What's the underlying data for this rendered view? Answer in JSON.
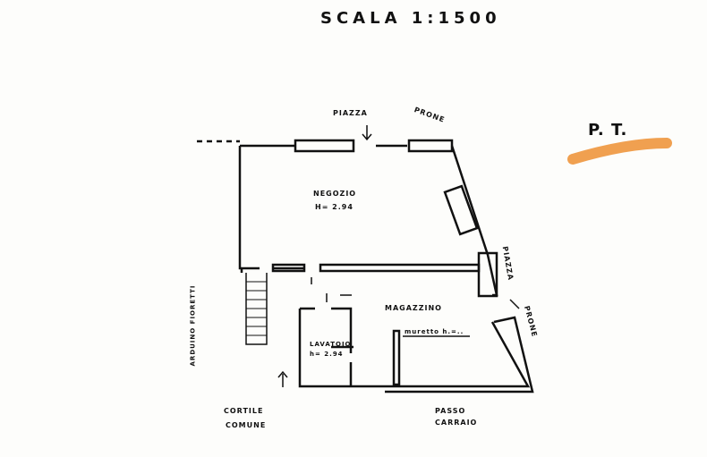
{
  "title": "SCALA 1:1500",
  "floor_label": "P. T.",
  "labels": {
    "piazza_top": "PIAZZA",
    "prone_top": "PRONE",
    "negozio": "NEGOZIO",
    "negozio_height": "H= 2.94",
    "piazza_right": "PIAZZA",
    "prone_right": "PRONE",
    "magazzino": "MAGAZZINO",
    "muretto": "muretto h.=..",
    "lavatoio": "LAVATOIO",
    "lavatoio_height": "h= 2.94",
    "cortile": "CORTILE",
    "comune": "COMUNE",
    "passo": "PASSO",
    "carraio": "CARRAIO",
    "side_street": "ARDUINO FIORETTI"
  },
  "colors": {
    "highlight": "#f0a050",
    "ink": "#111111"
  }
}
